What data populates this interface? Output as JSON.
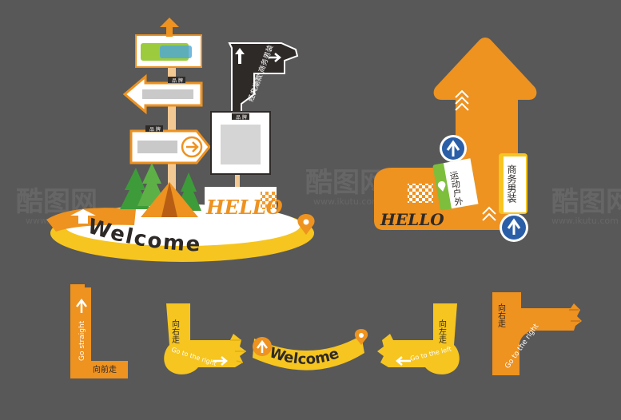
{
  "colors": {
    "background": "#585858",
    "orange": "#EE9220",
    "yellow": "#F6C51F",
    "dark": "#2E2A28",
    "green": "#7DBF3C",
    "blue": "#2A5FA8",
    "cream": "#FFFFFF"
  },
  "display": {
    "brand_label_1": "品 牌",
    "brand_label_2": "品 牌",
    "brand_label_3": "品 牌",
    "hello": "HELLO",
    "welcome": "Welcome",
    "vertical_sign": "经典潮款 商务男装"
  },
  "pillar": {
    "label_outdoor": "运动户外",
    "label_menswear": "商务男装",
    "hello": "HELLO"
  },
  "floor_signs": {
    "straight_cn": "向前走",
    "straight_en": "Go straight",
    "right1_cn": "向右走",
    "right1_en": "Go to the right",
    "welcome": "Welcome",
    "left_cn": "向左走",
    "left_en": "Go to the left",
    "right2_cn": "向右走",
    "right2_en": "Go to the right"
  },
  "watermark": {
    "brand": "酷图网",
    "url": "www.ikutu.com"
  },
  "icons": [
    "arrow-up-icon",
    "arrow-right-icon",
    "arrow-left-icon",
    "pointing-hand-icon",
    "map-pin-icon",
    "tent-icon",
    "pine-tree-icon"
  ]
}
